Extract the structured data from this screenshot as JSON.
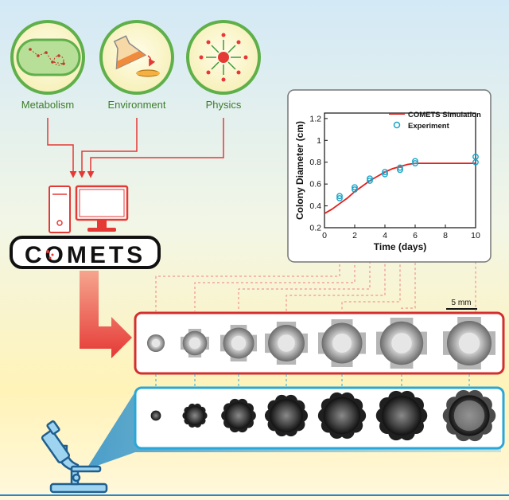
{
  "inputs": [
    {
      "label": "Metabolism",
      "icon": "bacterium-network-icon"
    },
    {
      "label": "Environment",
      "icon": "flask-petri-dish-icon"
    },
    {
      "label": "Physics",
      "icon": "diffusion-arrows-icon"
    }
  ],
  "logo": {
    "text": "COMETS"
  },
  "scale_bar": {
    "label": "5 mm"
  },
  "colors": {
    "input_green": "#5fb04a",
    "arrow_red": "#e53935",
    "sim_border": "#d32f2f",
    "exp_border": "#2aa7d9",
    "sim_line": "#e02020",
    "exp_marker": "#19a3c8"
  },
  "chart_data": {
    "type": "line",
    "xlabel": "Time (days)",
    "ylabel": "Colony Diameter (cm)",
    "xlim": [
      0,
      10
    ],
    "ylim": [
      0.2,
      1.25
    ],
    "xticks": [
      "0",
      "2",
      "4",
      "6",
      "8",
      "10"
    ],
    "yticks": [
      "0.2",
      "0.4",
      "0.6",
      "0.8",
      "1",
      "1.2"
    ],
    "legend_position": "top-right",
    "series": [
      {
        "name": "COMETS Simulation",
        "style": "line",
        "x": [
          0,
          0.5,
          1,
          1.5,
          2,
          2.5,
          3,
          3.5,
          4,
          4.5,
          5,
          5.5,
          6,
          6.3,
          7,
          8,
          9,
          10
        ],
        "y": [
          0.33,
          0.37,
          0.42,
          0.47,
          0.53,
          0.58,
          0.63,
          0.67,
          0.71,
          0.74,
          0.76,
          0.78,
          0.79,
          0.79,
          0.79,
          0.79,
          0.79,
          0.79
        ]
      },
      {
        "name": "Experiment",
        "style": "marker",
        "x": [
          1,
          1,
          2,
          2,
          3,
          3,
          4,
          4,
          5,
          5,
          6,
          6,
          10,
          10
        ],
        "y": [
          0.47,
          0.49,
          0.55,
          0.57,
          0.63,
          0.65,
          0.69,
          0.71,
          0.73,
          0.75,
          0.79,
          0.81,
          0.8,
          0.85
        ]
      }
    ]
  }
}
